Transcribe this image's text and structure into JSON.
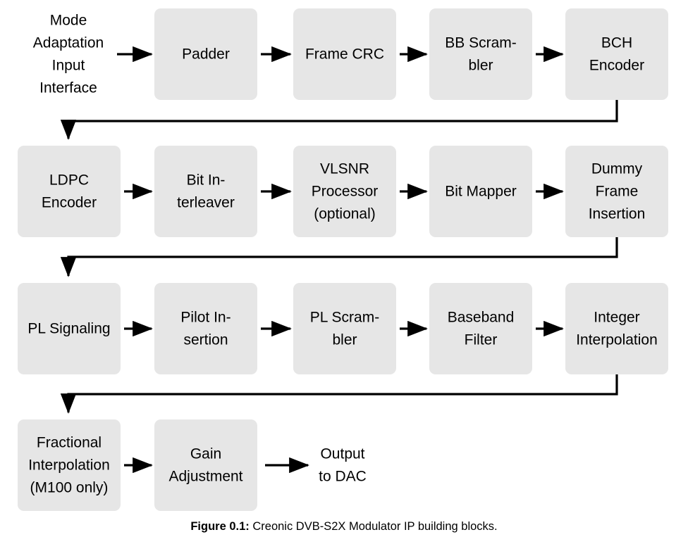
{
  "figure": {
    "caption_prefix": "Figure 0.1:",
    "caption_text": "Creonic DVB-S2X Modulator IP building blocks.",
    "colors": {
      "block_fill": "#e6e6e6",
      "connector": "#000000",
      "background": "#ffffff",
      "text": "#000000"
    }
  },
  "diagram": {
    "type": "block-flow-diagram",
    "rows": [
      {
        "row_index": 0,
        "nodes": [
          {
            "id": "mode-adaptation-input-interface",
            "shape": "none",
            "lines": [
              "Mode",
              "Adaptation",
              "Input",
              "Interface"
            ]
          },
          {
            "id": "padder",
            "shape": "box",
            "lines": [
              "Padder"
            ]
          },
          {
            "id": "frame-crc",
            "shape": "box",
            "lines": [
              "Frame CRC"
            ]
          },
          {
            "id": "bb-scrambler",
            "shape": "box",
            "lines": [
              "BB Scram-",
              "bler"
            ]
          },
          {
            "id": "bch-encoder",
            "shape": "box",
            "lines": [
              "BCH",
              "Encoder"
            ]
          }
        ]
      },
      {
        "row_index": 1,
        "nodes": [
          {
            "id": "ldpc-encoder",
            "shape": "box",
            "lines": [
              "LDPC",
              "Encoder"
            ]
          },
          {
            "id": "bit-interleaver",
            "shape": "box",
            "lines": [
              "Bit In-",
              "terleaver"
            ]
          },
          {
            "id": "vlsnr-processor",
            "shape": "box",
            "lines": [
              "VLSNR",
              "Processor",
              "(optional)"
            ]
          },
          {
            "id": "bit-mapper",
            "shape": "box",
            "lines": [
              "Bit Mapper"
            ]
          },
          {
            "id": "dummy-frame-insertion",
            "shape": "box",
            "lines": [
              "Dummy",
              "Frame",
              "Insertion"
            ]
          }
        ]
      },
      {
        "row_index": 2,
        "nodes": [
          {
            "id": "pl-signaling",
            "shape": "box",
            "lines": [
              "PL Signaling"
            ]
          },
          {
            "id": "pilot-insertion",
            "shape": "box",
            "lines": [
              "Pilot In-",
              "sertion"
            ]
          },
          {
            "id": "pl-scrambler",
            "shape": "box",
            "lines": [
              "PL Scram-",
              "bler"
            ]
          },
          {
            "id": "baseband-filter",
            "shape": "box",
            "lines": [
              "Baseband",
              "Filter"
            ]
          },
          {
            "id": "integer-interpolation",
            "shape": "box",
            "lines": [
              "Integer",
              "Interpolation"
            ]
          }
        ]
      },
      {
        "row_index": 3,
        "nodes": [
          {
            "id": "fractional-interpolation",
            "shape": "box",
            "lines": [
              "Fractional",
              "Interpolation",
              "(M100 only)"
            ]
          },
          {
            "id": "gain-adjustment",
            "shape": "box",
            "lines": [
              "Gain",
              "Adjustment"
            ]
          },
          {
            "id": "output-to-dac",
            "shape": "none",
            "lines": [
              "Output",
              "to DAC"
            ]
          }
        ]
      }
    ],
    "flow_order": [
      "mode-adaptation-input-interface",
      "padder",
      "frame-crc",
      "bb-scrambler",
      "bch-encoder",
      "ldpc-encoder",
      "bit-interleaver",
      "vlsnr-processor",
      "bit-mapper",
      "dummy-frame-insertion",
      "pl-signaling",
      "pilot-insertion",
      "pl-scrambler",
      "baseband-filter",
      "integer-interpolation",
      "fractional-interpolation",
      "gain-adjustment",
      "output-to-dac"
    ]
  }
}
